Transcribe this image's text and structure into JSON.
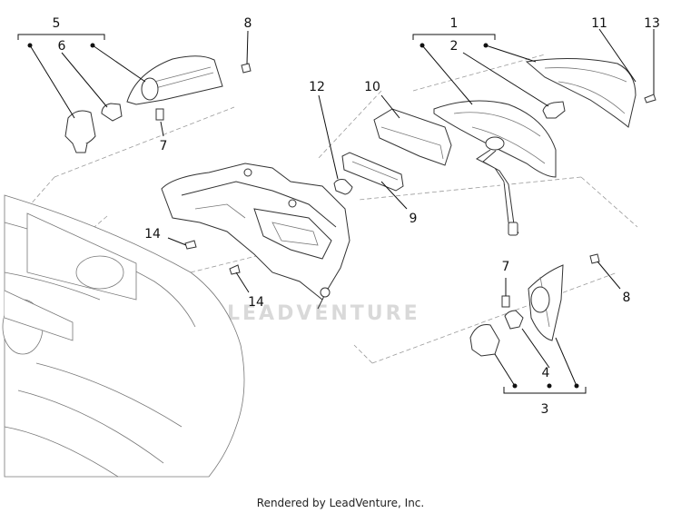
{
  "callouts": {
    "c1": "1",
    "c2": "2",
    "c3": "3",
    "c4": "4",
    "c5": "5",
    "c6": "6",
    "c7a": "7",
    "c7b": "7",
    "c8a": "8",
    "c8b": "8",
    "c9": "9",
    "c10": "10",
    "c11": "11",
    "c12": "12",
    "c13": "13",
    "c14a": "14",
    "c14b": "14"
  },
  "watermark": "LEADVENTURE",
  "footer": "Rendered by LeadVenture, Inc."
}
